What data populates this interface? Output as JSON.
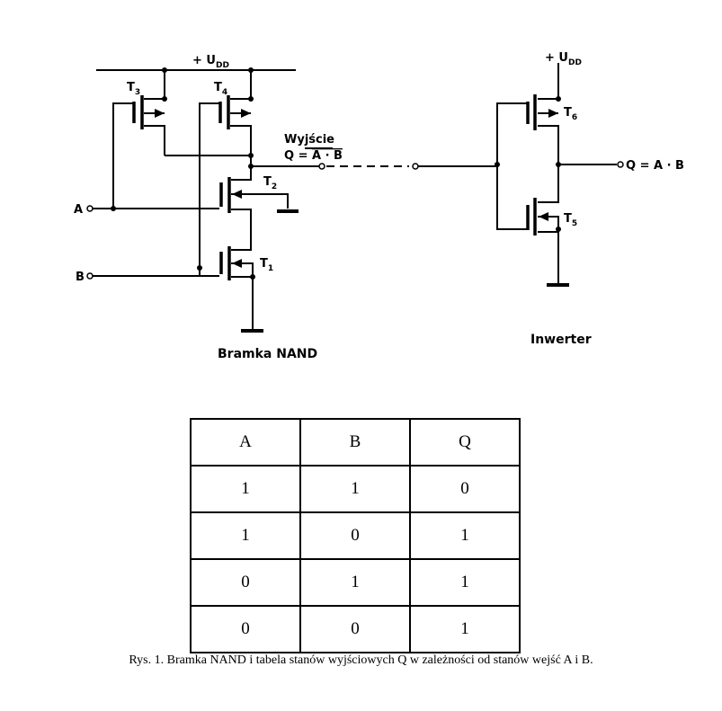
{
  "circuit": {
    "supply_left": "+ U",
    "supply_left_sub": "DD",
    "supply_right": "+ U",
    "supply_right_sub": "DD",
    "transistors": [
      {
        "id": "T3",
        "letter": "T",
        "sub": "3"
      },
      {
        "id": "T4",
        "letter": "T",
        "sub": "4"
      },
      {
        "id": "T2",
        "letter": "T",
        "sub": "2"
      },
      {
        "id": "T1",
        "letter": "T",
        "sub": "1"
      },
      {
        "id": "T6",
        "letter": "T",
        "sub": "6"
      },
      {
        "id": "T5",
        "letter": "T",
        "sub": "5"
      }
    ],
    "input_a": "A",
    "input_b": "B",
    "output_label": "Wyjście",
    "output_expr_prefix": "Q = ",
    "output_expr_overlined": "A · B",
    "inverter_output": "Q = A · B",
    "nand_caption": "Bramka NAND",
    "inverter_caption": "Inwerter"
  },
  "truth_table": {
    "headers": [
      "A",
      "B",
      "Q"
    ],
    "rows": [
      [
        "1",
        "1",
        "0"
      ],
      [
        "1",
        "0",
        "1"
      ],
      [
        "0",
        "1",
        "1"
      ],
      [
        "0",
        "0",
        "1"
      ]
    ]
  },
  "caption": "Rys. 1. Bramka NAND i tabela stanów wyjściowych Q w zależności od stanów wejść A i B."
}
